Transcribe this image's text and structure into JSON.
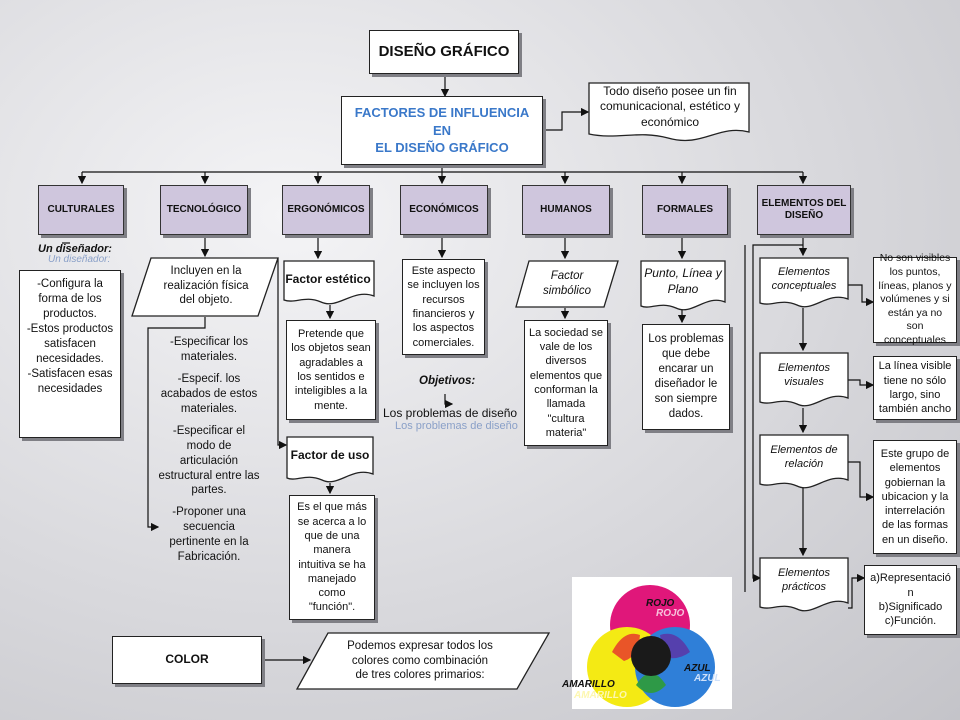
{
  "main": {
    "title": "DISEÑO GRÁFICO",
    "factores_line1": "FACTORES DE INFLUENCIA EN",
    "factores_line2": "EL DISEÑO GRÁFICO",
    "note": "Todo diseño posee un fin comunicacional, estético y económico"
  },
  "categories": [
    "CULTURALES",
    "TECNOLÓGICO",
    "ERGONÓMICOS",
    "ECONÓMICOS",
    "HUMANOS",
    "FORMALES",
    "ELEMENTOS DEL DISEÑO"
  ],
  "culturales": {
    "label": "Un diseñador:",
    "label_shadow": "Un diseñador:",
    "body": "-Configura la forma de los productos.\n-Estos productos satisfacen necesidades.\n-Satisfacen esas necesidades"
  },
  "tecnologico": {
    "para": "Incluyen en la realización física del objeto.",
    "items": [
      "-Especificar los materiales.",
      "-Especif. los acabados de estos materiales.",
      "-Especificar el modo de articulación estructural entre las partes.",
      "-Proponer una secuencia pertinente en la Fabricación."
    ]
  },
  "ergonomicos": {
    "estetico_title": "Factor estético",
    "estetico_body": "Pretende que los objetos sean agradables a los sentidos e inteligibles a la mente.",
    "uso_title": "Factor de uso",
    "uso_body": "Es el que más se acerca a lo que de una manera intuitiva se ha manejado como \"función\"."
  },
  "economicos": {
    "body": "Este aspecto se incluyen los recursos financieros y los aspectos comerciales.",
    "objetivos": "Objetivos:",
    "problemas": "Los problemas de diseño",
    "problemas_shadow": "Los problemas de diseño"
  },
  "humanos": {
    "para": "Factor simbólico",
    "body": "La sociedad se vale de los diversos elementos que conforman la llamada \"cultura materia\""
  },
  "formales": {
    "para": "Punto, Línea y Plano",
    "body": "Los problemas que debe encarar un diseñador le son siempre dados."
  },
  "elementos": {
    "items": [
      {
        "name": "Elementos conceptuales",
        "desc": "No son visibles los puntos, líneas, planos y volúmenes y si están ya no son conceptuales"
      },
      {
        "name": "Elementos visuales",
        "desc": "La línea visible tiene no sólo largo, sino también ancho"
      },
      {
        "name": "Elementos de relación",
        "desc": "Este grupo de elementos gobiernan la ubicacion y la interrelación de las formas en un diseño."
      },
      {
        "name": "Elementos prácticos",
        "desc": "a)Representació n\nb)Significado\nc)Función."
      }
    ]
  },
  "color": {
    "label": "COLOR",
    "body": "Podemos expresar todos los colores como combinación de tres colores primarios:"
  },
  "venn": {
    "rojo": "ROJO",
    "rojo_shadow": "ROJO",
    "azul": "AZUL",
    "azul_shadow": "AZUL",
    "amarillo": "AMARILLO",
    "amarillo_shadow": "AMARILLO",
    "colors": {
      "rojo": "#e0177a",
      "azul": "#2f7fd8",
      "amarillo": "#f4ea14",
      "centro": "#1a1a1a"
    }
  }
}
